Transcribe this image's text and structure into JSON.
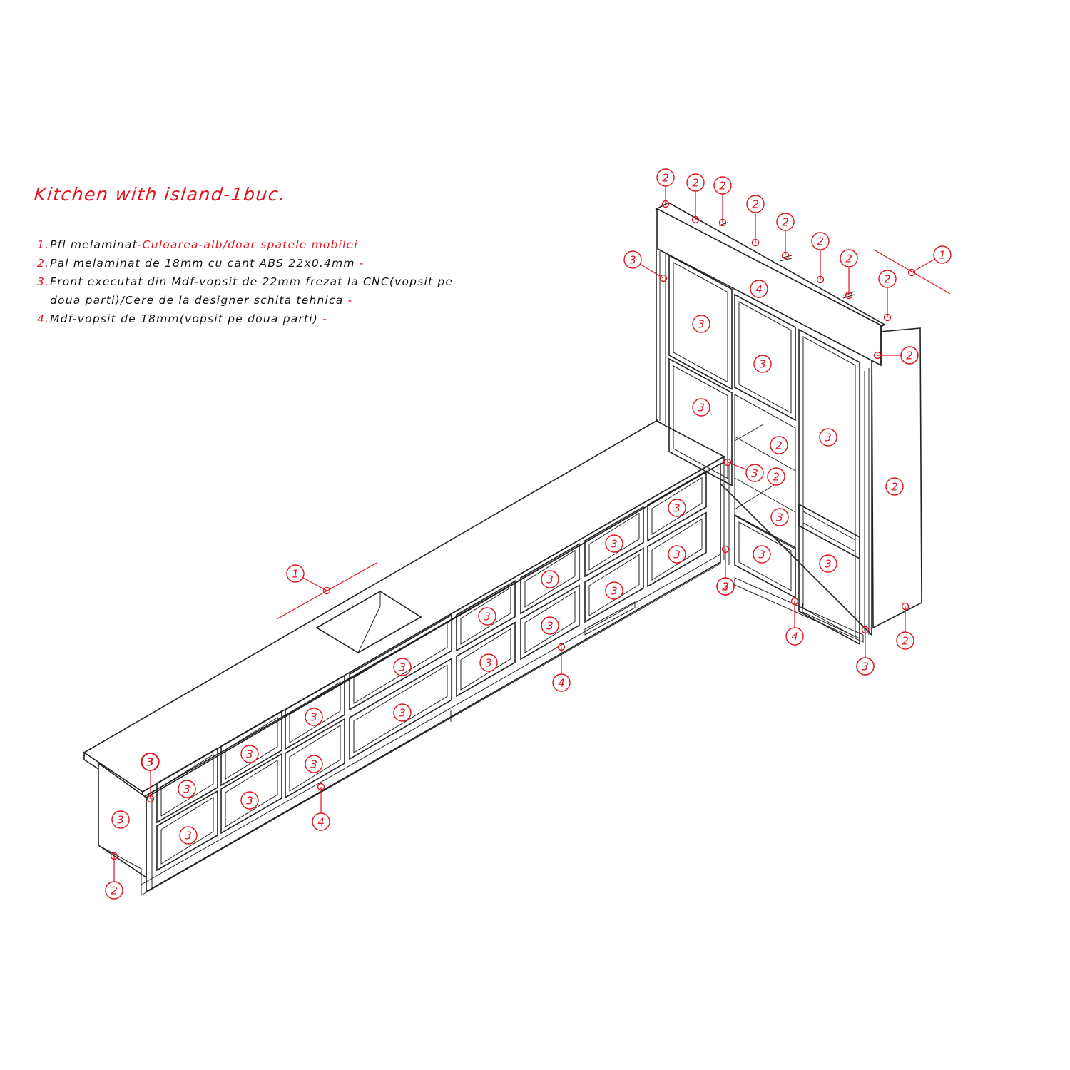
{
  "title": "Kitchen with island-1buc.",
  "legend": [
    {
      "num": "1.",
      "text": "Pfl melaminat",
      "red": "-Culoarea-alb/doar spatele mobilei",
      "cont": ""
    },
    {
      "num": "2.",
      "text": "Pal melaminat de 18mm cu cant ABS 22x0.4mm",
      "red": " -",
      "cont": ""
    },
    {
      "num": "3.",
      "text": "Front executat din Mdf-vopsit de 22mm frezat la CNC(vopsit pe",
      "red": "",
      "cont": "doua parti)/Cere de la designer schita tehnica"
    },
    {
      "num": "4.",
      "text": "Mdf-vopsit de 18mm(vopsit pe doua parti)",
      "red": " -",
      "cont": ""
    }
  ],
  "cont_suffix": " -",
  "callouts": [
    {
      "label": "2"
    },
    {
      "label": "2"
    },
    {
      "label": "2"
    },
    {
      "label": "2"
    },
    {
      "label": "2"
    },
    {
      "label": "2"
    },
    {
      "label": "2"
    },
    {
      "label": "2"
    },
    {
      "label": "1"
    },
    {
      "label": "3"
    },
    {
      "label": "4"
    },
    {
      "label": "3"
    },
    {
      "label": "3"
    },
    {
      "label": "3"
    },
    {
      "label": "2"
    },
    {
      "label": "3"
    },
    {
      "label": "2"
    },
    {
      "label": "2"
    },
    {
      "label": "3"
    },
    {
      "label": "2"
    },
    {
      "label": "3"
    },
    {
      "label": "2"
    },
    {
      "label": "3"
    },
    {
      "label": "3"
    },
    {
      "label": "3"
    },
    {
      "label": "3"
    },
    {
      "label": "3"
    },
    {
      "label": "3"
    },
    {
      "label": "3"
    },
    {
      "label": "3"
    },
    {
      "label": "3"
    },
    {
      "label": "3"
    },
    {
      "label": "3"
    },
    {
      "label": "3"
    },
    {
      "label": "3"
    },
    {
      "label": "3"
    },
    {
      "label": "3"
    },
    {
      "label": "3"
    },
    {
      "label": "3"
    },
    {
      "label": "3"
    },
    {
      "label": "3"
    },
    {
      "label": "3"
    },
    {
      "label": "3"
    },
    {
      "label": "4"
    },
    {
      "label": "4"
    },
    {
      "label": "3"
    },
    {
      "label": "3"
    },
    {
      "label": "2"
    },
    {
      "label": "2"
    },
    {
      "label": "1"
    },
    {
      "label": "4"
    },
    {
      "label": "3"
    },
    {
      "label": "2"
    }
  ]
}
